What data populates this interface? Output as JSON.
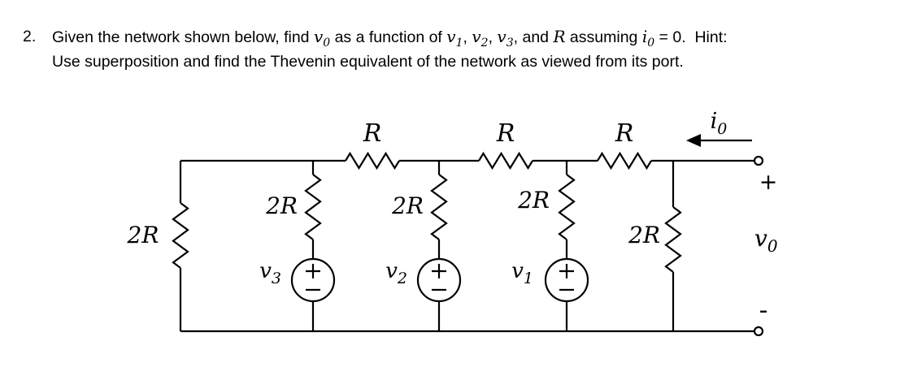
{
  "problem": {
    "number": "2.",
    "line1": {
      "s1": "Given the network shown below, find ",
      "m1b": "v",
      "m1s": "0",
      "s2": " as a function of ",
      "m2b": "v",
      "m2s": "1",
      "s3": ", ",
      "m3b": "v",
      "m3s": "2",
      "s4": ", ",
      "m4b": "v",
      "m4s": "3",
      "s5": ", and ",
      "m5b": "R",
      "s6": " assuming ",
      "m6b": "i",
      "m6s": "0",
      "s7": " = 0.  Hint:"
    },
    "line2": "Use superposition and find the Thevenin equivalent of the network as viewed from its port."
  },
  "circuit": {
    "top_resistors": [
      "R",
      "R",
      "R"
    ],
    "shunt_left": "2R",
    "shunt_b1": "2R",
    "shunt_b2": "2R",
    "shunt_b3": "2R",
    "shunt_right": "2R",
    "sources": [
      {
        "base": "v",
        "sub": "3"
      },
      {
        "base": "v",
        "sub": "2"
      },
      {
        "base": "v",
        "sub": "1"
      }
    ],
    "current": {
      "base": "i",
      "sub": "0"
    },
    "port": {
      "plus": "+",
      "minus": "-",
      "vbase": "v",
      "vsub": "0"
    }
  }
}
